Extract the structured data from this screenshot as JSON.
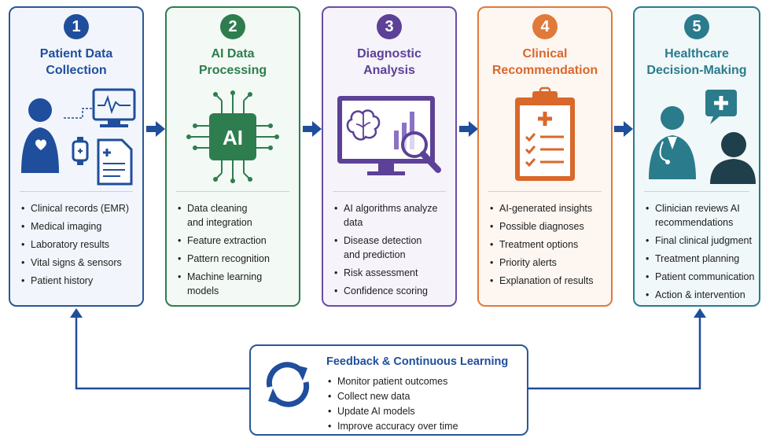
{
  "stages": [
    {
      "number": "1",
      "title_line1": "Patient Data",
      "title_line2": "Collection",
      "items": [
        "Clinical records (EMR)",
        "Medical imaging",
        "Laboratory results",
        "Vital signs & sensors",
        "Patient history"
      ]
    },
    {
      "number": "2",
      "title_line1": "AI Data",
      "title_line2": "Processing",
      "icon_text": "AI",
      "items": [
        "Data cleaning\nand integration",
        "Feature extraction",
        "Pattern recognition",
        "Machine learning\nmodels"
      ]
    },
    {
      "number": "3",
      "title_line1": "Diagnostic",
      "title_line2": "Analysis",
      "items": [
        "AI algorithms analyze\ndata",
        "Disease detection\nand prediction",
        "Risk assessment",
        "Confidence scoring"
      ]
    },
    {
      "number": "4",
      "title_line1": "Clinical",
      "title_line2": "Recommendation",
      "items": [
        "AI-generated insights",
        "Possible diagnoses",
        "Treatment options",
        "Priority alerts",
        "Explanation of results"
      ]
    },
    {
      "number": "5",
      "title_line1": "Healthcare",
      "title_line2": "Decision-Making",
      "items": [
        "Clinician reviews AI\nrecommendations",
        "Final clinical judgment",
        "Treatment planning",
        "Patient communication",
        "Action & intervention"
      ]
    }
  ],
  "feedback": {
    "title": "Feedback & Continuous Learning",
    "items": [
      "Monitor patient outcomes",
      "Collect new data",
      "Update AI models",
      "Improve accuracy over time"
    ]
  },
  "colors": {
    "stage1": "#2b5797",
    "stage2": "#2e7d4f",
    "stage3": "#6a4ea3",
    "stage4": "#e07a3a",
    "stage5": "#2a7b8c",
    "stage1_bg": "#f2f6fc",
    "stage2_bg": "#f3f9f4",
    "stage3_bg": "#f6f3fb",
    "stage4_bg": "#fdf6f1",
    "stage5_bg": "#f1f8f9",
    "arrow": "#1f4e9c"
  },
  "icons": [
    "patient-monitor-icon",
    "ai-chip-icon",
    "brain-analysis-monitor-icon",
    "clipboard-checklist-icon",
    "doctor-patient-icon",
    "refresh-cycle-icon"
  ]
}
